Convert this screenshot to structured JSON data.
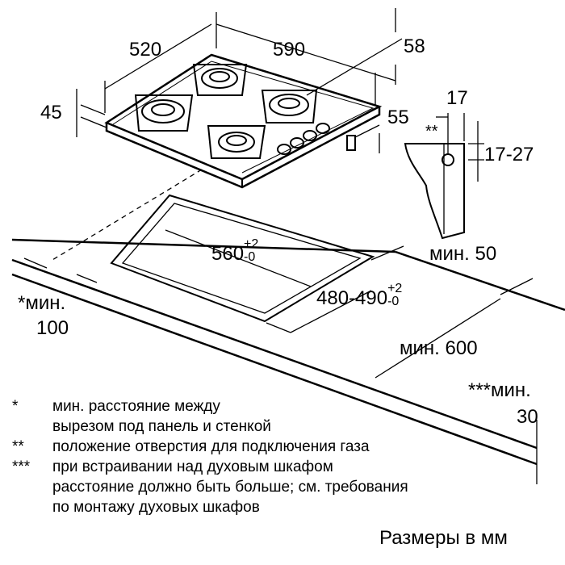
{
  "dimensions": {
    "hob_depth": "520",
    "hob_width": "590",
    "hob_total_height": "58",
    "hob_top_height": "45",
    "hob_below": "55",
    "gas_offset": "17",
    "gas_height": "17-27",
    "gas_mark": "**",
    "cutout_width": "560",
    "cutout_width_tol_plus": "+2",
    "cutout_width_tol_minus": "-0",
    "cutout_depth": "480-490",
    "cutout_depth_tol_plus": "+2",
    "cutout_depth_tol_minus": "-0",
    "min_50": "мин. 50",
    "min_100_label": "*мин.",
    "min_100_value": "100",
    "min_600": "мин. 600",
    "min_30_label": "***мин.",
    "min_30_value": "30"
  },
  "notes": [
    {
      "mark": "*",
      "lines": [
        "мин. расстояние между",
        "вырезом под панель и стенкой"
      ]
    },
    {
      "mark": "**",
      "lines": [
        "положение отверстия для подключения газа"
      ]
    },
    {
      "mark": "***",
      "lines": [
        "при встраивании над духовым шкафом",
        "расстояние должно быть больше; см. требования",
        "по монтажу духовых шкафов"
      ]
    }
  ],
  "units_caption": "Размеры в мм"
}
